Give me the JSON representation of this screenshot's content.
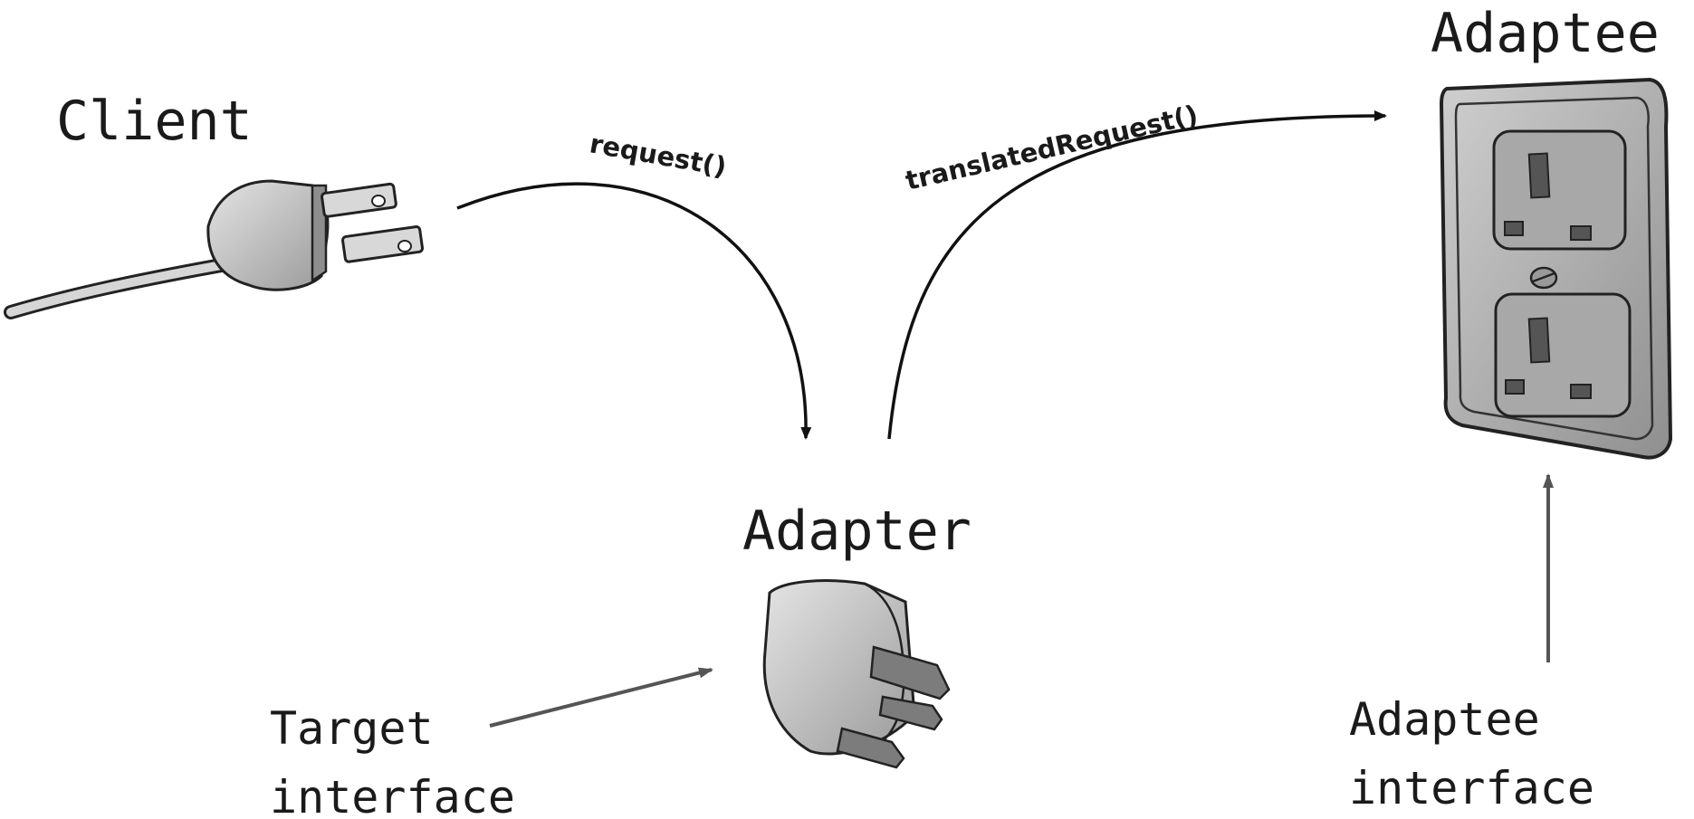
{
  "labels": {
    "client": "Client",
    "adapter": "Adapter",
    "adaptee": "Adaptee",
    "target_interface_line1": "Target",
    "target_interface_line2": "interface",
    "adaptee_interface_line1": "Adaptee",
    "adaptee_interface_line2": "interface"
  },
  "arrows": {
    "request": "request()",
    "translated_request": "translatedRequest()"
  },
  "icons": {
    "client": "us-plug-icon",
    "adapter": "uk-adapter-plug-icon",
    "adaptee": "uk-wall-socket-icon"
  },
  "colors": {
    "ink": "#1a1a1a",
    "pointer": "#555555"
  }
}
